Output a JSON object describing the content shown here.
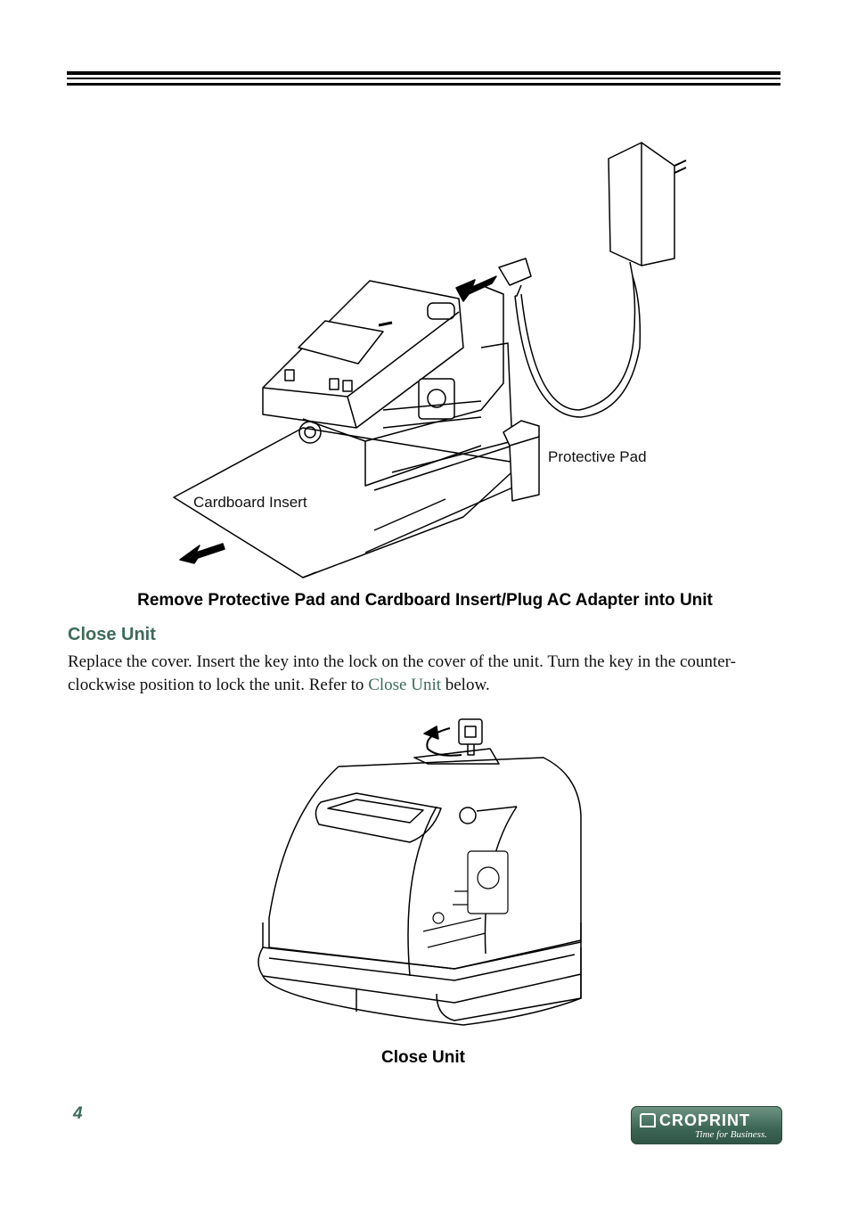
{
  "figure1": {
    "label_pad": "Protective Pad",
    "label_insert": "Cardboard Insert",
    "caption": "Remove Protective Pad and Cardboard Insert/Plug AC Adapter into Unit"
  },
  "section": {
    "heading": "Close Unit",
    "text_before": "Replace the cover. Insert the key into the lock on the cover of the unit. Turn the key in the counter-clockwise position to lock the unit. Refer to ",
    "link": "Close Unit",
    "text_after": " below."
  },
  "figure2": {
    "caption": "Close Unit"
  },
  "footer": {
    "page_number": "4",
    "logo_name": "CROPRINT",
    "logo_tagline": "Time for Business."
  },
  "colors": {
    "accent": "#3d6b5a"
  }
}
